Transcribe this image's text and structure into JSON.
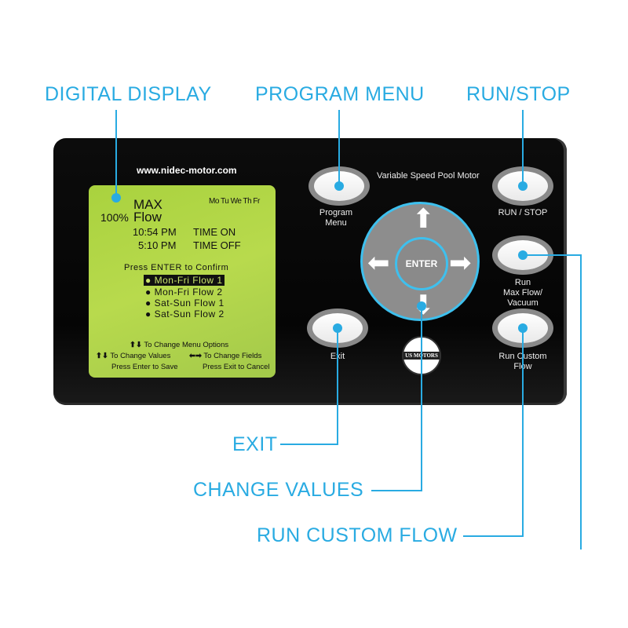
{
  "callouts": {
    "digital_display": "DIGITAL DISPLAY",
    "program_menu": "PROGRAM MENU",
    "run_stop": "RUN/STOP",
    "exit": "EXIT",
    "change_values": "CHANGE VALUES",
    "run_custom_flow": "RUN CUSTOM FLOW"
  },
  "panel": {
    "url": "www.nidec-motor.com",
    "model": "Variable Speed Pool Motor",
    "logo_text": "US MOTORS"
  },
  "display": {
    "mode": "MAX",
    "percent": "100%",
    "flow": "Flow",
    "days": "Mo Tu We Th Fr",
    "time_on": "10:54 PM",
    "time_on_label": "TIME ON",
    "time_off": "5:10 PM",
    "time_off_label": "TIME OFF",
    "prompt": "Press ENTER to Confirm",
    "options": [
      "Mon-Fri Flow 1",
      "Mon-Fri Flow 2",
      "Sat-Sun Flow 1",
      "Sat-Sun Flow 2"
    ],
    "help_menu": "To Change Menu Options",
    "help_values": "To Change Values",
    "help_fields": "To Change Fields",
    "help_save": "Press Enter to Save",
    "help_cancel": "Press Exit to Cancel"
  },
  "buttons": {
    "program_menu": [
      "Program",
      "Menu"
    ],
    "run_stop": "RUN / STOP",
    "run_max": [
      "Run",
      "Max Flow/",
      "Vacuum"
    ],
    "exit": "Exit",
    "run_custom": [
      "Run Custom",
      "Flow"
    ],
    "enter": "ENTER"
  },
  "colors": {
    "accent": "#29abe2",
    "lcd": "#b5d84a",
    "panel": "#0a0a0a"
  }
}
